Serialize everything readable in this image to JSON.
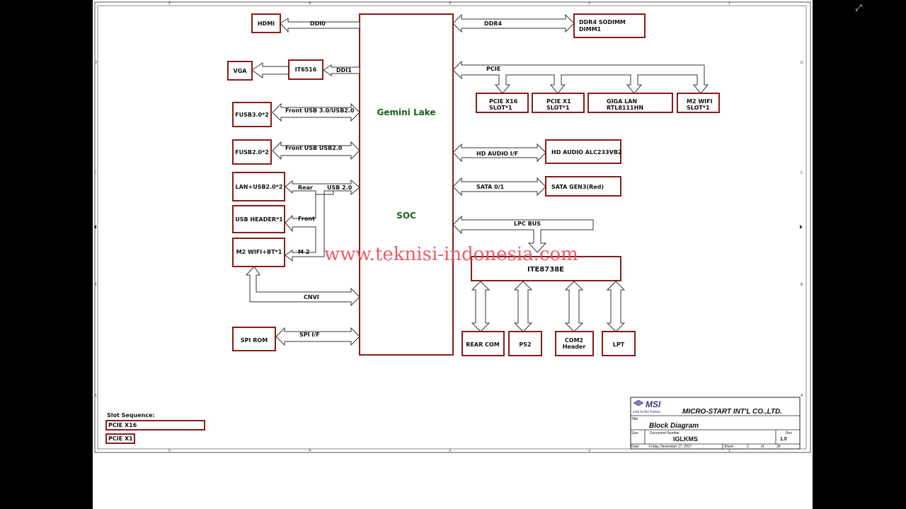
{
  "blocks": {
    "hdmi": "HDMI",
    "vga": "VGA",
    "it6516": "IT6516",
    "fusb3": "FUSB3.0*2",
    "fusb2": "FUSB2.0*2",
    "lanusb": "LAN+USB2.0*2",
    "usbheader": "USB  HEADER*1",
    "m2wifibt": "M2  WIFI+BT*1",
    "spirom": "SPI ROM",
    "ddr4_l1": "DDR4  SODIMM",
    "ddr4_l2": "DIMM1",
    "pciex16_l1": "PCIE X16",
    "pciex16_l2": "SLOT*1",
    "pciex1_l1": "PCIE X1",
    "pciex1_l2": "SLOT*1",
    "gigalan_l1": "GIGA  LAN",
    "gigalan_l2": "RTL8111HN",
    "m2wifi_l1": "M2  WIFI",
    "m2wifi_l2": "SLOT*1",
    "hdaudio": "HD  AUDIO  ALC233VB2",
    "sata": "SATA  GEN3(Red)",
    "ite": "ITE8738E",
    "rearcom": "REAR COM",
    "ps2": "PS2",
    "com2_l1": "COM2",
    "com2_l2": "Header",
    "lpt": "LPT",
    "soc_title": "Gemini Lake",
    "soc_sub": "SOC"
  },
  "labels": {
    "ddi0": "DDI0",
    "ddi1": "DDI1",
    "front_usb3": "Front  USB  3.0/USB2.0",
    "front_usb2": "Front  USB  USB2.0",
    "rear": "Rear",
    "usb20": "USB  2.0",
    "front": "Front",
    "m2": "M 2",
    "cnvi": "CNVI",
    "spi": "SPI  I/F",
    "ddr4": "DDR4",
    "pcie": "PCIE",
    "hdaudio_if": "HD  AUDIO  I/F",
    "sata01": "SATA  0/1",
    "lpc": "LPC  BUS"
  },
  "watermark": "www.teknisi-indonesia.com",
  "slot_sequence": {
    "title": "Slot  Sequence:",
    "items": [
      "PCIE X16",
      "PCIE X1"
    ]
  },
  "title_block": {
    "logo": "MSI",
    "tagline": "Link to the Future",
    "company": "MICRO-START INT'L CO.,LTD.",
    "title_label": "Title",
    "title": "Block Diagram",
    "size_label": "Size",
    "docnum_label": "Document  Number",
    "docnum": "IGLKMS",
    "rev_label": "Rev",
    "rev": "1.0",
    "date_label": "Date:",
    "date": "Friday, November 17, 2017",
    "sheet_label": "Sheet",
    "sheet": "2",
    "of_label": "of",
    "total": "39"
  },
  "border": {
    "cols": [
      "5",
      "4",
      "3",
      "2",
      "1"
    ],
    "rows": [
      "D",
      "C",
      "B",
      "A"
    ]
  }
}
